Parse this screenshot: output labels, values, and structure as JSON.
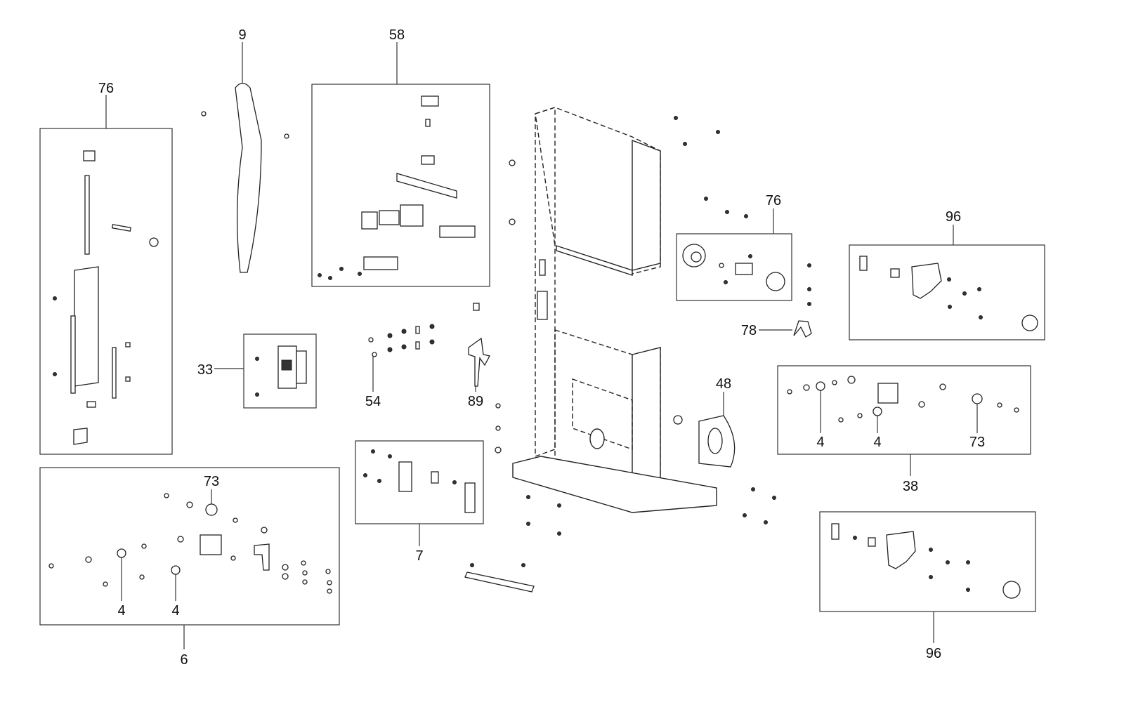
{
  "diagram": {
    "labels": {
      "blade_guide_assembly_left": "76",
      "handle": "9",
      "switch_box_assembly": "58",
      "switch": "33",
      "screws_nuts": "54",
      "bracket": "89",
      "electrical_box": "7",
      "lower_assembly": "6",
      "lower_washer_a": "4",
      "lower_washer_b": "4",
      "lower_washer_c": "73",
      "knob_assembly": "76",
      "guide_assembly_top": "96",
      "clip": "78",
      "pulley_cover": "48",
      "bearing_assembly": "38",
      "bearing_washer_a": "4",
      "bearing_washer_b": "4",
      "bearing_washer_c": "73",
      "guide_assembly_bottom": "96"
    }
  }
}
